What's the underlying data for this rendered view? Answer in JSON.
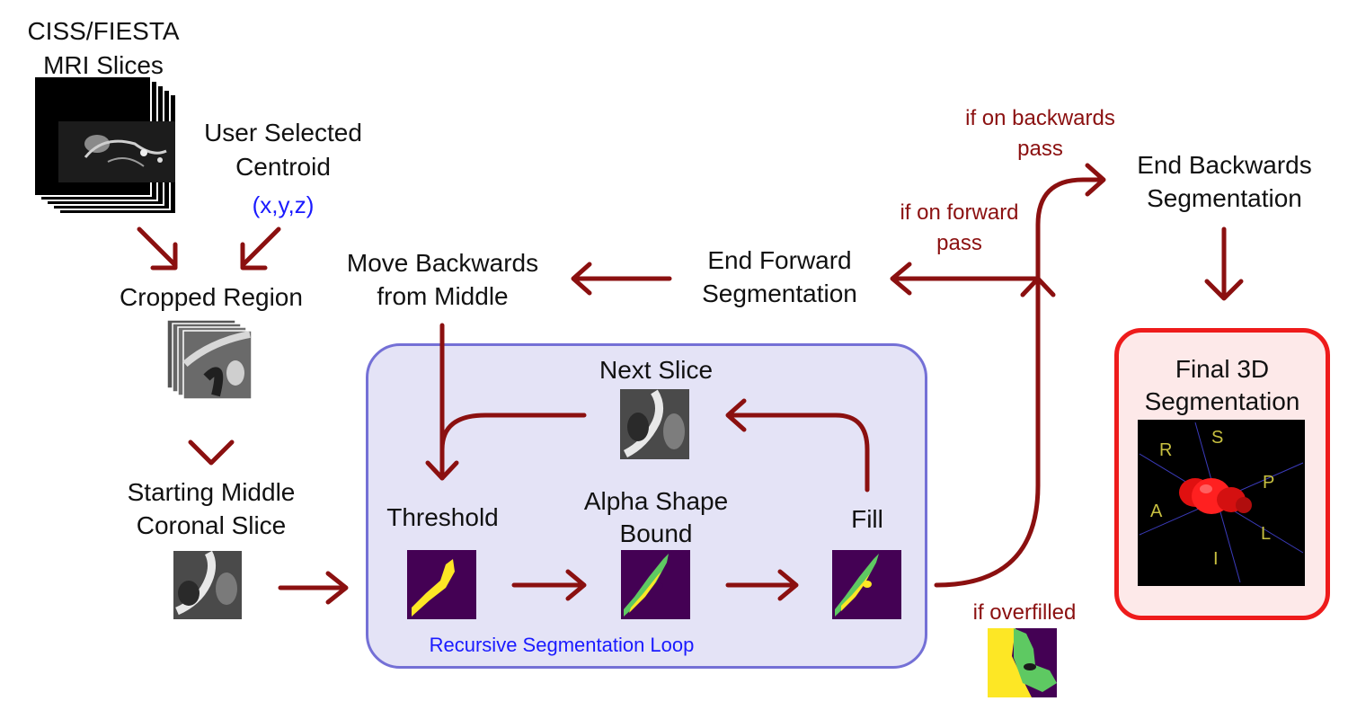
{
  "inputs": {
    "mri_slices_label": [
      "CISS/FIESTA",
      "MRI Slices"
    ],
    "user_centroid_label": [
      "User Selected",
      "Centroid"
    ],
    "centroid_coords": "(x,y,z)"
  },
  "steps": {
    "cropped_region": "Cropped Region",
    "starting_slice": [
      "Starting Middle",
      "Coronal Slice"
    ],
    "move_backwards": [
      "Move Backwards",
      "from Middle"
    ],
    "end_forward": [
      "End Forward",
      "Segmentation"
    ],
    "end_backwards": [
      "End Backwards",
      "Segmentation"
    ]
  },
  "loop": {
    "title": "Recursive Segmentation Loop",
    "next_slice": "Next Slice",
    "threshold": "Threshold",
    "alpha_shape": [
      "Alpha Shape",
      "Bound"
    ],
    "fill": "Fill"
  },
  "conditions": {
    "backwards_pass": [
      "if on backwards",
      "pass"
    ],
    "forward_pass": [
      "if on forward",
      "pass"
    ],
    "overfilled": "if overfilled"
  },
  "output": {
    "title": [
      "Final 3D",
      "Segmentation"
    ],
    "orientation_labels": [
      "R",
      "S",
      "P",
      "A",
      "L",
      "I"
    ]
  },
  "colors": {
    "arrow": "#8b1010",
    "loop_fill": "#e4e3f6",
    "loop_border": "#7470d6",
    "final_border": "#ee1b1b",
    "segmentation_bg": "#440154",
    "segmentation_yellow": "#fde725",
    "segmentation_green": "#5ec962",
    "coords_blue": "#1a1aff"
  }
}
